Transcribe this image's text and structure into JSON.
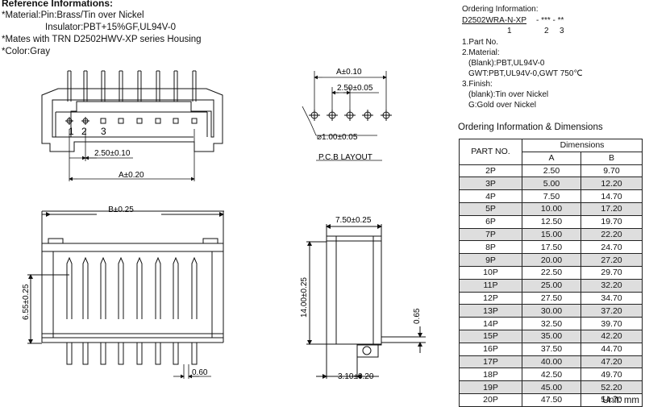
{
  "reference": {
    "title": "Reference Informations:",
    "lines": [
      "*Material:Pin:Brass/Tin over Nickel",
      "Insulator:PBT+15%GF,UL94V-0",
      "*Mates with TRN D2502HWV-XP series Housing",
      "*Color:Gray"
    ]
  },
  "ordering": {
    "title": "Ordering Information:",
    "part": "D2502WRA-N-XP",
    "suffix": "- *** - **",
    "index_labels": [
      "1",
      "2",
      "3"
    ],
    "items": [
      "1.Part No.",
      "2.Material:",
      "(Blank):PBT,UL94V-0",
      "GWT:PBT,UL94V-0,GWT 750℃",
      "3.Finish:",
      "(blank):Tin over Nickel",
      "G:Gold over Nickel"
    ]
  },
  "table": {
    "title": "Ordering Information & Dimensions",
    "part_header": "PART NO.",
    "dim_header": "Dimensions",
    "col_a": "A",
    "col_b": "B",
    "rows": [
      [
        "2P",
        "2.50",
        "9.70"
      ],
      [
        "3P",
        "5.00",
        "12.20"
      ],
      [
        "4P",
        "7.50",
        "14.70"
      ],
      [
        "5P",
        "10.00",
        "17.20"
      ],
      [
        "6P",
        "12.50",
        "19.70"
      ],
      [
        "7P",
        "15.00",
        "22.20"
      ],
      [
        "8P",
        "17.50",
        "24.70"
      ],
      [
        "9P",
        "20.00",
        "27.20"
      ],
      [
        "10P",
        "22.50",
        "29.70"
      ],
      [
        "11P",
        "25.00",
        "32.20"
      ],
      [
        "12P",
        "27.50",
        "34.70"
      ],
      [
        "13P",
        "30.00",
        "37.20"
      ],
      [
        "14P",
        "32.50",
        "39.70"
      ],
      [
        "15P",
        "35.00",
        "42.20"
      ],
      [
        "16P",
        "37.50",
        "44.70"
      ],
      [
        "17P",
        "40.00",
        "47.20"
      ],
      [
        "18P",
        "42.50",
        "49.70"
      ],
      [
        "19P",
        "45.00",
        "52.20"
      ],
      [
        "20P",
        "47.50",
        "54.70"
      ]
    ],
    "unit": "Unit: mm"
  },
  "drawing": {
    "pin_labels": [
      "1",
      "2",
      "3"
    ],
    "pitch": "2.50±0.10",
    "dim_a": "A±0.20",
    "pcb_a": "A±0.10",
    "pcb_pitch": "2.50±0.05",
    "hole": "⌀1.00±0.05",
    "pcb_caption": "P.C.B LAYOUT",
    "dim_b": "B±0.25",
    "height_pin": "6.55±0.25",
    "pin_width": "0.60",
    "depth": "7.50±0.25",
    "height": "14.00±0.25",
    "pin_thk": "0.65",
    "offset": "3.10±0.20"
  }
}
